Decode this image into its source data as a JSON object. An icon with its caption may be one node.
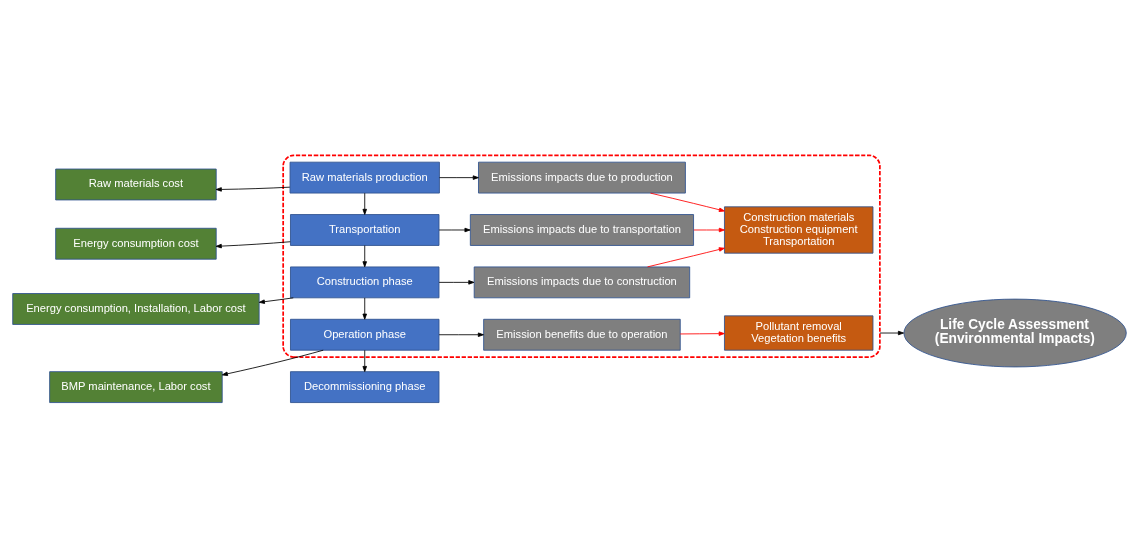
{
  "diagram": {
    "nodes": [
      {
        "text": [],
        "shape": "box"
      },
      {
        "text": [
          "Raw materials cost"
        ]
      },
      {
        "text": [
          "Raw materials production"
        ],
        "in": 0
      },
      {
        "text": [
          "Emissions impacts due to production"
        ],
        "in": 0
      },
      {
        "text": [
          "Construction materials",
          "Construction equipment",
          "Transportation"
        ],
        "in": 0
      },
      {
        "text": [
          "Energy consumption cost"
        ]
      },
      {
        "text": [
          "Transportation"
        ],
        "in": 0
      },
      {
        "text": [
          "Emissions impacts due to transportation"
        ],
        "in": 0
      },
      {
        "text": [
          "Energy consumption, Installation, Labor cost"
        ]
      },
      {
        "text": [
          "Construction phase"
        ],
        "in": 0
      },
      {
        "text": [
          "Emissions impacts due to construction"
        ],
        "in": 0
      },
      {
        "text": [
          "BMP maintenance, Labor cost"
        ]
      },
      {
        "text": [
          "Operation phase"
        ],
        "in": 0
      },
      {
        "text": [
          "Emission benefits due to operation"
        ],
        "in": 0
      },
      {
        "text": [
          "Pollutant removal",
          "Vegetation benefits"
        ],
        "in": 0
      },
      {
        "text": [
          "Decommissioning phase"
        ]
      },
      {
        "text": [
          "Life Cycle Assessment",
          "(Environmental Impacts)"
        ]
      }
    ],
    "edges": [
      {
        "from": 2,
        "to": 1,
        "arrow": "to"
      },
      {
        "from": 2,
        "to": 3,
        "arrow": "to"
      },
      {
        "from": 2,
        "to": 6,
        "arrow": "to"
      },
      {
        "from": 3,
        "to": 4,
        "arrow": "to",
        "color": "#ff0000"
      },
      {
        "from": 6,
        "to": 5,
        "arrow": "to"
      },
      {
        "from": 6,
        "to": 7,
        "arrow": "to"
      },
      {
        "from": 6,
        "to": 9,
        "arrow": "to"
      },
      {
        "from": 7,
        "to": 4,
        "arrow": "to",
        "color": "#ff0000"
      },
      {
        "from": 9,
        "to": 8,
        "arrow": "to"
      },
      {
        "from": 9,
        "to": 10,
        "arrow": "to"
      },
      {
        "from": 9,
        "to": 12,
        "arrow": "to"
      },
      {
        "from": 10,
        "to": 4,
        "arrow": "to",
        "color": "#ff0000"
      },
      {
        "from": 12,
        "to": 11,
        "arrow": "to"
      },
      {
        "from": 12,
        "to": 13,
        "arrow": "to"
      },
      {
        "from": 12,
        "to": 15,
        "arrow": "to"
      },
      {
        "from": 13,
        "to": 14,
        "arrow": "to",
        "color": "#ff0000"
      },
      {
        "from": 0,
        "to": 16,
        "arrow": "to"
      }
    ]
  }
}
